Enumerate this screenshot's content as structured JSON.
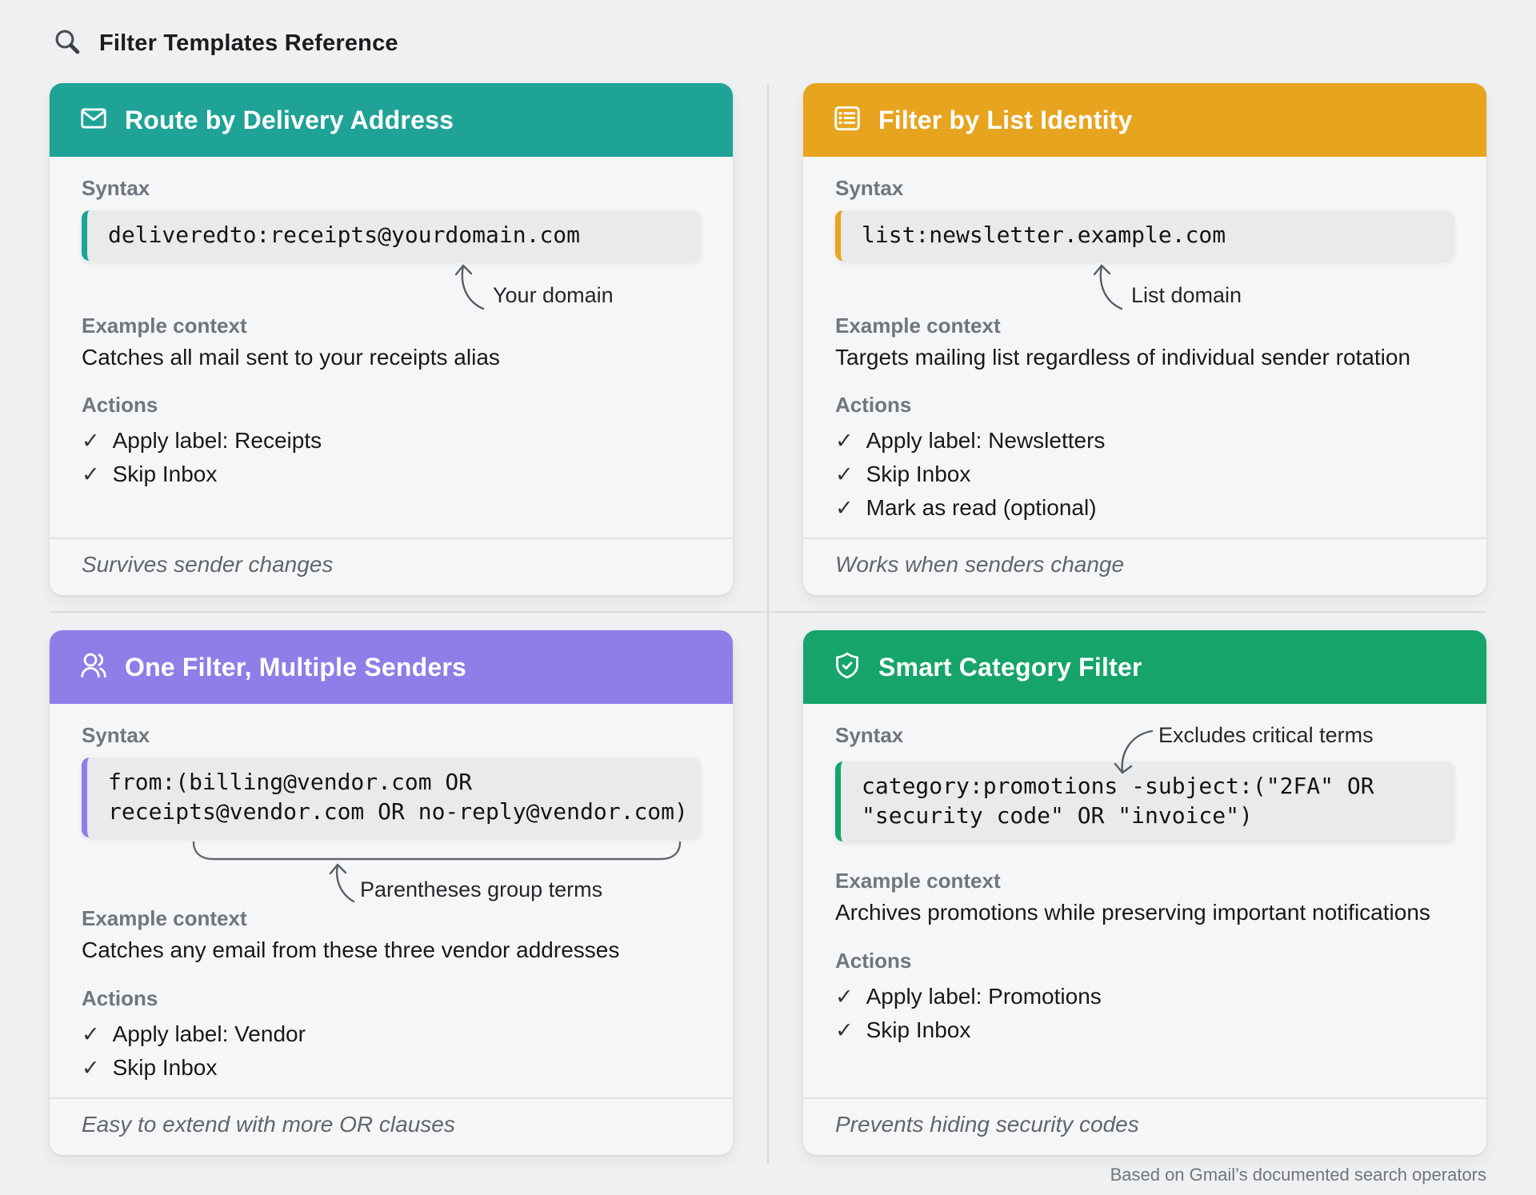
{
  "page": {
    "title": "Filter Templates Reference",
    "attribution": "Based on Gmail’s documented search operators"
  },
  "labels": {
    "syntax": "Syntax",
    "example_context": "Example context",
    "actions": "Actions",
    "check": "✓"
  },
  "cards": [
    {
      "title": "Route by Delivery Address",
      "icon": "envelope-icon",
      "accent": "#1FA396",
      "code_lines": [
        "deliveredto:receipts@yourdomain.com"
      ],
      "annotation": "Your domain",
      "context": "Catches all mail sent to your receipts alias",
      "actions": [
        "Apply label: Receipts",
        "Skip Inbox"
      ],
      "footer": "Survives sender changes"
    },
    {
      "title": "Filter by List Identity",
      "icon": "list-icon",
      "accent": "#E7A41F",
      "code_lines": [
        "list:newsletter.example.com"
      ],
      "annotation": "List domain",
      "context": "Targets mailing list regardless of individual sender rotation",
      "actions": [
        "Apply label: Newsletters",
        "Skip Inbox",
        "Mark as read (optional)"
      ],
      "footer": "Works when senders change"
    },
    {
      "title": "One Filter, Multiple Senders",
      "icon": "users-icon",
      "accent": "#8F7EE8",
      "code_lines": [
        "from:(billing@vendor.com OR",
        "receipts@vendor.com OR no-reply@vendor.com)"
      ],
      "annotation": "Parentheses group terms",
      "context": "Catches any email from these three vendor addresses",
      "actions": [
        "Apply label: Vendor",
        "Skip Inbox"
      ],
      "footer": "Easy to extend with more OR clauses"
    },
    {
      "title": "Smart Category Filter",
      "icon": "shield-check-icon",
      "accent": "#16A46B",
      "code_lines": [
        "category:promotions -subject:(\"2FA\" OR",
        "\"security code\" OR \"invoice\")"
      ],
      "annotation": "Excludes critical terms",
      "context": "Archives promotions while preserving important notifications",
      "actions": [
        "Apply label: Promotions",
        "Skip Inbox"
      ],
      "footer": "Prevents hiding security codes"
    }
  ]
}
